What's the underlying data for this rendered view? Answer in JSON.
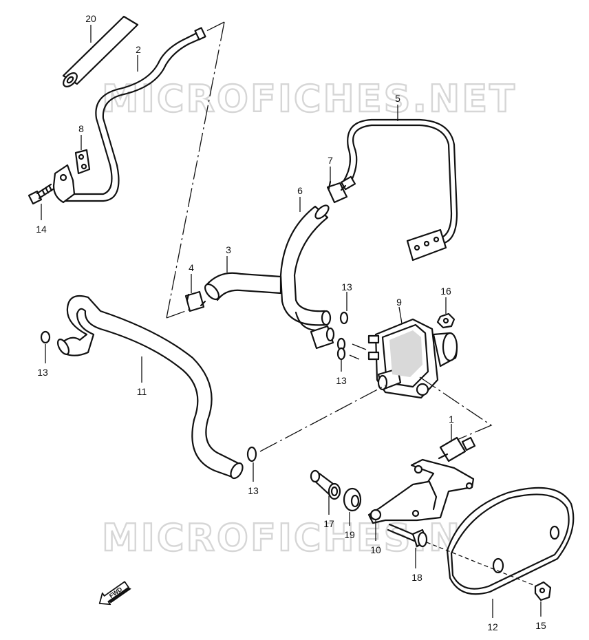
{
  "watermark": {
    "text": "MICROFICHES.NET"
  },
  "callouts": [
    {
      "id": "20",
      "label": "20"
    },
    {
      "id": "2",
      "label": "2"
    },
    {
      "id": "8",
      "label": "8"
    },
    {
      "id": "14",
      "label": "14"
    },
    {
      "id": "5",
      "label": "5"
    },
    {
      "id": "7",
      "label": "7"
    },
    {
      "id": "6",
      "label": "6"
    },
    {
      "id": "3",
      "label": "3"
    },
    {
      "id": "4",
      "label": "4"
    },
    {
      "id": "13a",
      "label": "13"
    },
    {
      "id": "9",
      "label": "9"
    },
    {
      "id": "16",
      "label": "16"
    },
    {
      "id": "13b",
      "label": "13"
    },
    {
      "id": "13c",
      "label": "13"
    },
    {
      "id": "11",
      "label": "11"
    },
    {
      "id": "13d",
      "label": "13"
    },
    {
      "id": "1",
      "label": "1"
    },
    {
      "id": "17",
      "label": "17"
    },
    {
      "id": "19",
      "label": "19"
    },
    {
      "id": "10",
      "label": "10"
    },
    {
      "id": "18",
      "label": "18"
    },
    {
      "id": "12",
      "label": "12"
    },
    {
      "id": "15",
      "label": "15"
    }
  ],
  "direction_badge": {
    "label": "FWD"
  }
}
